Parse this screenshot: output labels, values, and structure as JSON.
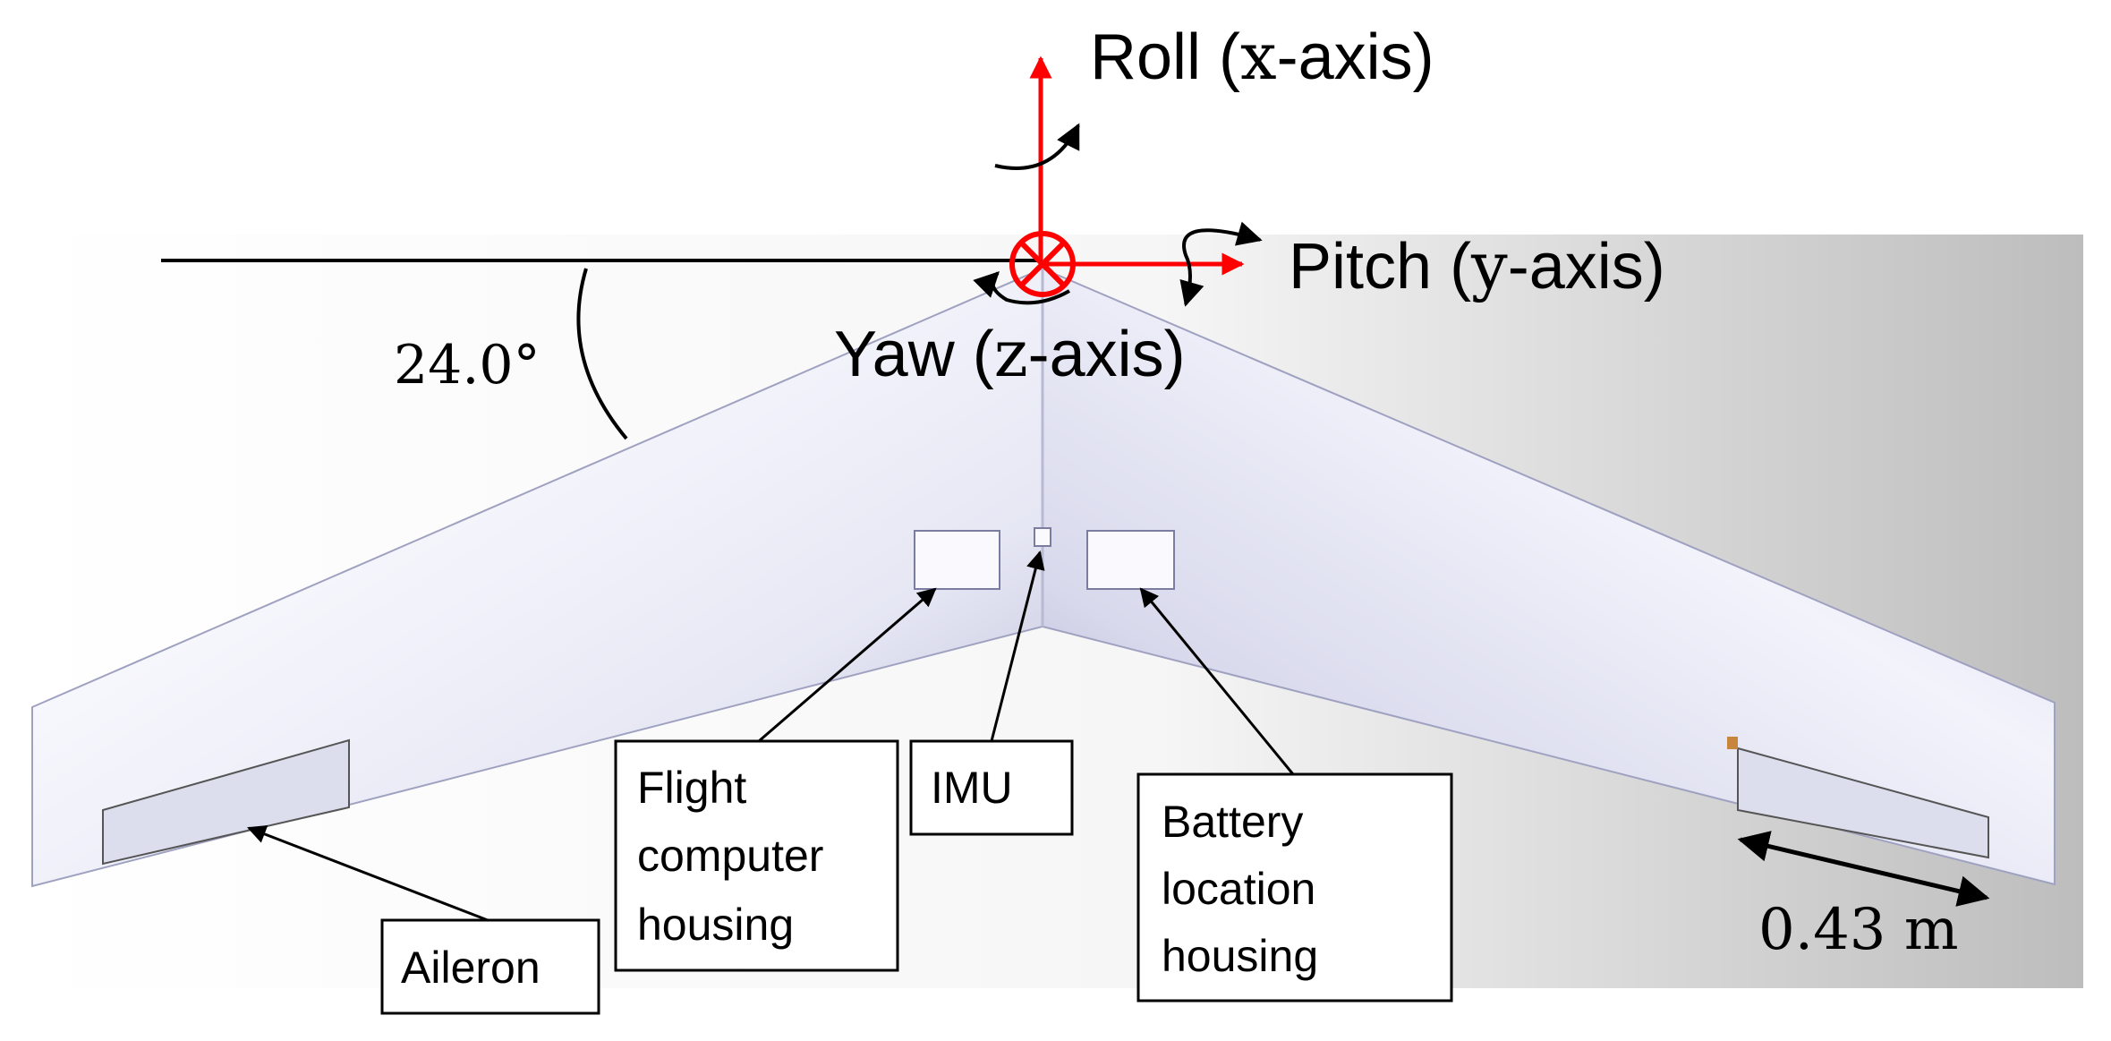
{
  "axes": {
    "roll_prefix": "Roll (",
    "roll_var": "x",
    "roll_suffix": "-axis)",
    "pitch_prefix": "Pitch (",
    "pitch_var": "y",
    "pitch_suffix": "-axis)",
    "yaw_prefix": "Yaw (",
    "yaw_var": "z",
    "yaw_suffix": "-axis)",
    "axis_color": "#ff0000"
  },
  "sweep_angle": "24.0°",
  "span_dimension": "0.43 m",
  "labels": {
    "aileron": "Aileron",
    "flight_computer": [
      "Flight",
      "computer",
      "housing"
    ],
    "imu": "IMU",
    "battery": [
      "Battery",
      "location",
      "housing"
    ]
  },
  "colors": {
    "wing_light": "#f2f3fb",
    "wing_dark": "#a7a9c8",
    "background_gray": "#bdbdbd"
  }
}
